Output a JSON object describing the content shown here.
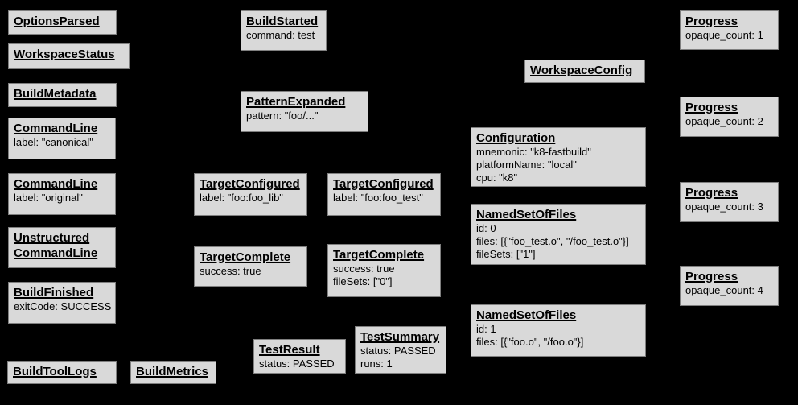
{
  "colors": {
    "background": "#000000",
    "box_fill": "#d9d9d9",
    "box_border": "#7f7f7f",
    "text": "#000000"
  },
  "boxes": [
    {
      "title": "OptionsParsed",
      "lines": []
    },
    {
      "title": "WorkspaceStatus",
      "lines": []
    },
    {
      "title": "BuildMetadata",
      "lines": []
    },
    {
      "title": "CommandLine",
      "lines": [
        "label: \"canonical\""
      ]
    },
    {
      "title": "CommandLine",
      "lines": [
        "label: \"original\""
      ]
    },
    {
      "title": "Unstructured CommandLine",
      "lines": []
    },
    {
      "title": "BuildFinished",
      "lines": [
        "exitCode: SUCCESS"
      ]
    },
    {
      "title": "BuildToolLogs",
      "lines": []
    },
    {
      "title": "BuildMetrics",
      "lines": []
    },
    {
      "title": "BuildStarted",
      "lines": [
        "command: test"
      ]
    },
    {
      "title": "PatternExpanded",
      "lines": [
        "pattern: \"foo/...\""
      ]
    },
    {
      "title": "TargetConfigured",
      "lines": [
        "label: \"foo:foo_lib\""
      ]
    },
    {
      "title": "TargetConfigured",
      "lines": [
        "label: \"foo:foo_test\""
      ]
    },
    {
      "title": "TargetComplete",
      "lines": [
        "success: true"
      ]
    },
    {
      "title": "TargetComplete",
      "lines": [
        "success: true",
        "fileSets: [\"0\"]"
      ]
    },
    {
      "title": "TestResult",
      "lines": [
        "status: PASSED"
      ]
    },
    {
      "title": "TestSummary",
      "lines": [
        "status: PASSED",
        "runs: 1"
      ]
    },
    {
      "title": "WorkspaceConfig",
      "lines": []
    },
    {
      "title": "Configuration",
      "lines": [
        "mnemonic: \"k8-fastbuild\"",
        "platformName: \"local\"",
        "cpu: \"k8\""
      ]
    },
    {
      "title": "NamedSetOfFiles",
      "lines": [
        "id: 0",
        "files: [{\"foo_test.o\", \"/foo_test.o\"}]",
        "fileSets: [\"1\"]"
      ]
    },
    {
      "title": "NamedSetOfFiles",
      "lines": [
        "id: 1",
        "files: [{\"foo.o\", \"/foo.o\"}]"
      ]
    },
    {
      "title": "Progress",
      "lines": [
        "opaque_count: 1"
      ]
    },
    {
      "title": "Progress",
      "lines": [
        "opaque_count: 2"
      ]
    },
    {
      "title": "Progress",
      "lines": [
        "opaque_count: 3"
      ]
    },
    {
      "title": "Progress",
      "lines": [
        "opaque_count: 4"
      ]
    }
  ]
}
